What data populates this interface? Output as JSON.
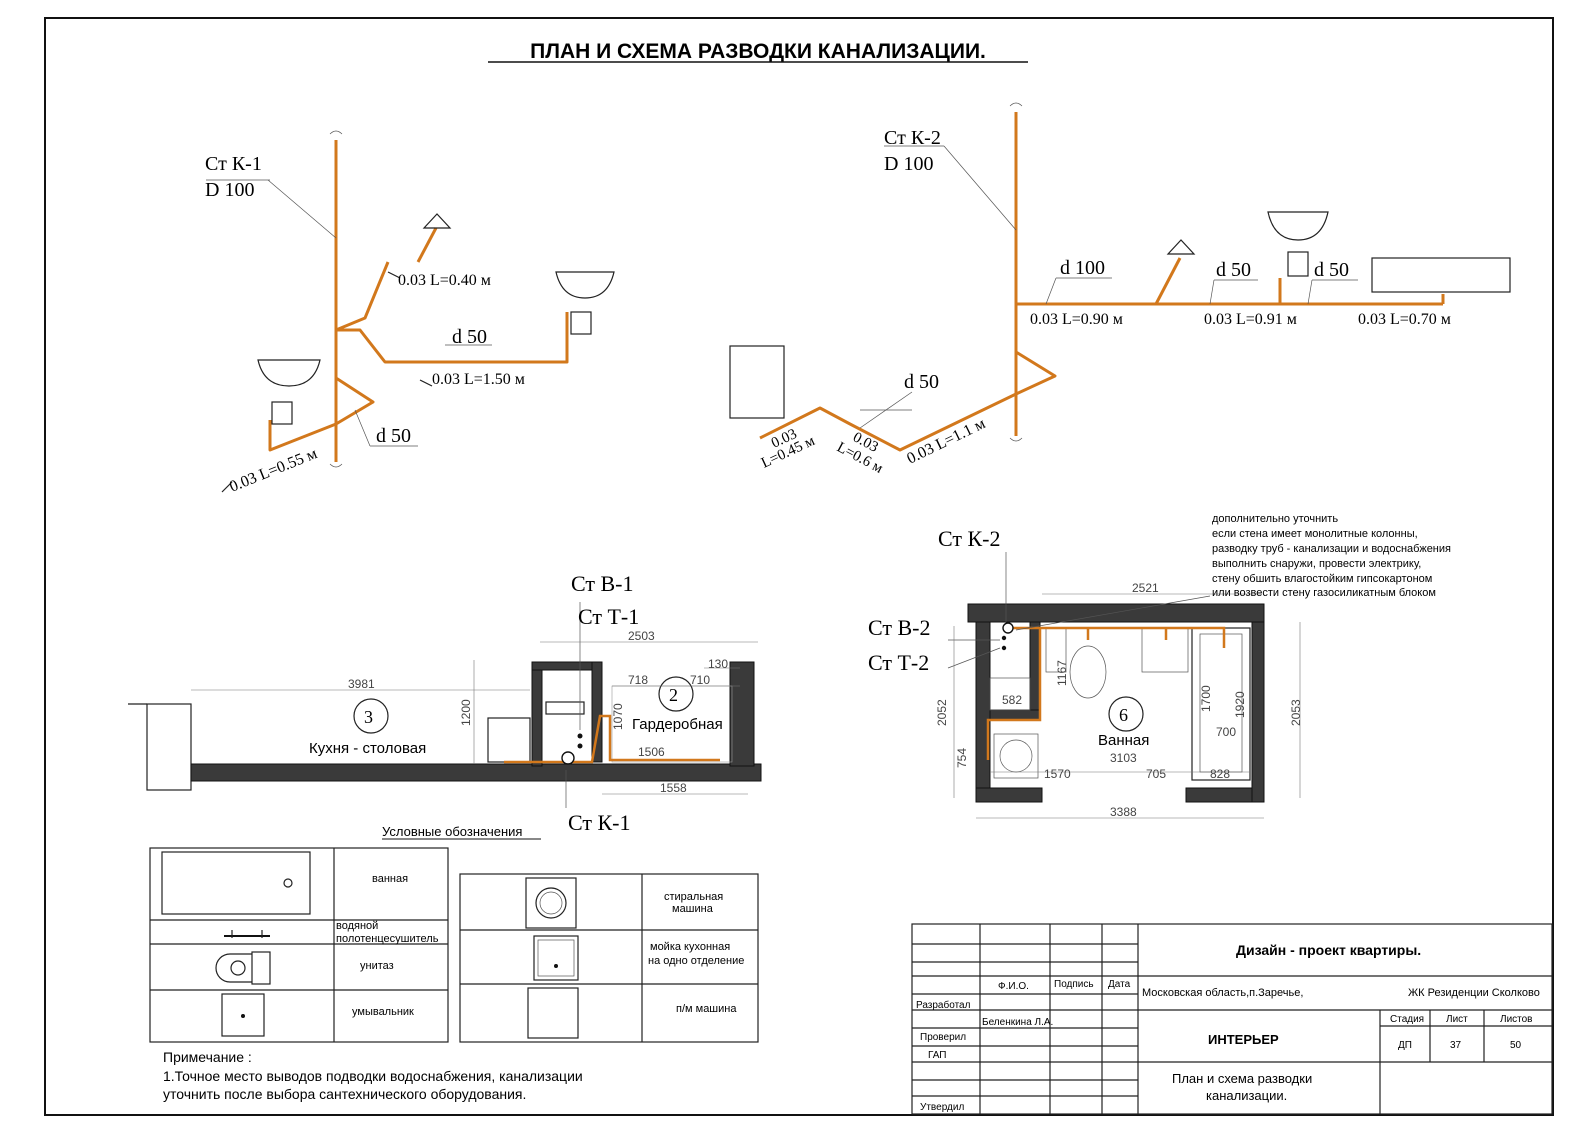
{
  "title": "ПЛАН  И СХЕМА РАЗВОДКИ КАНАЛИЗАЦИИ.",
  "scheme_left": {
    "riser_name": "Ст К-1",
    "riser_diam": "D 100",
    "branches": [
      {
        "slope": "0.03 L=0.40 м"
      },
      {
        "diam": "d 50",
        "slope": "0.03 L=1.50 м"
      },
      {
        "diam": "d 50",
        "slope": "0.03 L=0.55 м"
      }
    ]
  },
  "scheme_right": {
    "riser_name": "Ст К-2",
    "riser_diam": "D 100",
    "upper_diams": [
      "d 100",
      "d 50",
      "d 50"
    ],
    "upper_slopes": [
      "0.03 L=0.90 м",
      "0.03 L=0.91 м",
      "0.03 L=0.70 м"
    ],
    "lower_diam": "d 50",
    "lower_slope1": "0.03",
    "lower_len1": "L=0.45 м",
    "lower_slope2": "0.03",
    "lower_len2": "L=0.6 м",
    "lower_slope3": "0.03 L=1.1 м"
  },
  "plan_left": {
    "risers": [
      "Ст В-1",
      "Ст Т-1",
      "Ст К-1"
    ],
    "room3_num": "3",
    "room3_name": "Кухня - столовая",
    "room2_num": "2",
    "room2_name": "Гардеробная",
    "dims": {
      "d3981": "3981",
      "d2503": "2503",
      "d130": "130",
      "d718": "718",
      "d710": "710",
      "d1200": "1200",
      "d1070": "1070",
      "d1506": "1506",
      "d1558": "1558"
    }
  },
  "plan_right": {
    "risers": [
      "Ст К-2",
      "Ст В-2",
      "Ст Т-2"
    ],
    "note_lines": [
      "дополнительно уточнить",
      "если стена имеет монолитные колонны,",
      "разводку труб - канализации и водоснабжения",
      "выполнить снаружи, провести электрику,",
      "стену обшить влагостойким гипсокартоном",
      "или возвести стену газосиликатным блоком"
    ],
    "room_num": "6",
    "room_name": "Ванная",
    "dims": {
      "d2521": "2521",
      "d2052": "2052",
      "d2053": "2053",
      "d754": "754",
      "d582": "582",
      "d1167": "1167",
      "d1700": "1700",
      "d1920": "1920",
      "d700": "700",
      "d3103": "3103",
      "d1570": "1570",
      "d705": "705",
      "d828": "828",
      "d3388": "3388"
    }
  },
  "legend": {
    "title": "Условные обозначения",
    "left_items": [
      "ванная",
      "водяной\nполотенцесушитель",
      "унитаз",
      "умывальник"
    ],
    "right_items": [
      "стиральная\nмашина",
      "мойка кухонная\nна одно отделение",
      "п/м машина"
    ]
  },
  "note": {
    "title": "Примечание :",
    "line1": "1.Точное место выводов подводки водоснабжения, канализации",
    "line2": "уточнить после выбора сантехнического оборудования."
  },
  "stamp": {
    "project": "Дизайн - проект  квартиры.",
    "col_fio": "Ф.И.О.",
    "col_sign": "Подпись",
    "col_date": "Дата",
    "row_dev": "Разработал",
    "dev_name": "Беленкина Л.А.",
    "row_check": "Проверил",
    "row_gap": "ГАП",
    "row_approve": "Утвердил",
    "address": "Московская область,п.Заречье,",
    "complex": "ЖК Резиденции Сколково",
    "section": "ИНТЕРЬЕР",
    "sheet_title1": "План  и схема разводки",
    "sheet_title2": "канализации.",
    "h_stage": "Стадия",
    "h_sheet": "Лист",
    "h_sheets": "Листов",
    "v_stage": "ДП",
    "v_sheet": "37",
    "v_sheets": "50"
  }
}
